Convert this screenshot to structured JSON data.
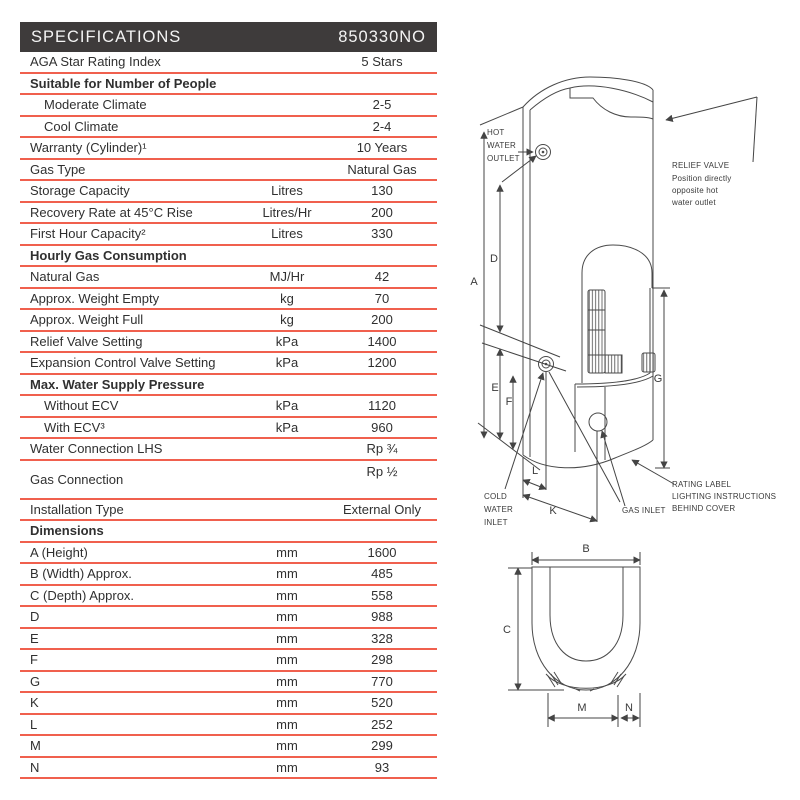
{
  "header": {
    "title": "SPECIFICATIONS",
    "model": "850330NO"
  },
  "colors": {
    "header_bg": "#3e3b3b",
    "header_text": "#f4f4f4",
    "rule_red": "#f0604e",
    "body_text": "#303030",
    "diagram_line": "#4a4a4a"
  },
  "table": {
    "rows": [
      {
        "type": "data",
        "label": "AGA Star Rating Index",
        "unit": "",
        "value": "5 Stars"
      },
      {
        "type": "section",
        "label": "Suitable for Number of People"
      },
      {
        "type": "data",
        "label": "Moderate Climate",
        "unit": "",
        "value": "2-5",
        "indent": true
      },
      {
        "type": "data",
        "label": "Cool Climate",
        "unit": "",
        "value": "2-4",
        "indent": true
      },
      {
        "type": "data",
        "label": "Warranty (Cylinder)¹",
        "unit": "",
        "value": "10 Years"
      },
      {
        "type": "data",
        "label": "Gas Type",
        "unit": "",
        "value": "Natural Gas"
      },
      {
        "type": "data",
        "label": "Storage Capacity",
        "unit": "Litres",
        "value": "130"
      },
      {
        "type": "data",
        "label": "Recovery Rate at 45°C Rise",
        "unit": "Litres/Hr",
        "value": "200"
      },
      {
        "type": "data",
        "label": "First Hour Capacity²",
        "unit": "Litres",
        "value": "330"
      },
      {
        "type": "section",
        "label": "Hourly Gas Consumption"
      },
      {
        "type": "data",
        "label": "Natural Gas",
        "unit": "MJ/Hr",
        "value": "42"
      },
      {
        "type": "data",
        "label": "Approx. Weight Empty",
        "unit": "kg",
        "value": "70"
      },
      {
        "type": "data",
        "label": "Approx. Weight Full",
        "unit": "kg",
        "value": "200"
      },
      {
        "type": "data",
        "label": "Relief Valve Setting",
        "unit": "kPa",
        "value": "1400"
      },
      {
        "type": "data",
        "label": "Expansion Control Valve Setting",
        "unit": "kPa",
        "value": "1200"
      },
      {
        "type": "section",
        "label": "Max. Water Supply Pressure"
      },
      {
        "type": "data",
        "label": "Without ECV",
        "unit": "kPa",
        "value": "1120",
        "indent": true
      },
      {
        "type": "data",
        "label": "With ECV³",
        "unit": "kPa",
        "value": "960",
        "indent": true
      },
      {
        "type": "data",
        "label": "Water Connection LHS",
        "unit": "",
        "value": "Rp ¾"
      },
      {
        "type": "data",
        "label": "Gas Connection",
        "unit": "",
        "value": "Rp ½",
        "tall": true
      },
      {
        "type": "data",
        "label": "Installation Type",
        "unit": "",
        "value": "External Only"
      },
      {
        "type": "section",
        "label": "Dimensions"
      },
      {
        "type": "data",
        "label": "A (Height)",
        "unit": "mm",
        "value": "1600"
      },
      {
        "type": "data",
        "label": "B (Width) Approx.",
        "unit": "mm",
        "value": "485"
      },
      {
        "type": "data",
        "label": "C (Depth) Approx.",
        "unit": "mm",
        "value": "558"
      },
      {
        "type": "data",
        "label": "D",
        "unit": "mm",
        "value": "988"
      },
      {
        "type": "data",
        "label": "E",
        "unit": "mm",
        "value": "328"
      },
      {
        "type": "data",
        "label": "F",
        "unit": "mm",
        "value": "298"
      },
      {
        "type": "data",
        "label": "G",
        "unit": "mm",
        "value": "770"
      },
      {
        "type": "data",
        "label": "K",
        "unit": "mm",
        "value": "520"
      },
      {
        "type": "data",
        "label": "L",
        "unit": "mm",
        "value": "252"
      },
      {
        "type": "data",
        "label": "M",
        "unit": "mm",
        "value": "299"
      },
      {
        "type": "data",
        "label": "N",
        "unit": "mm",
        "value": "93"
      }
    ]
  },
  "diagram": {
    "hot_water_outlet": [
      "HOT",
      "WATER",
      "OUTLET"
    ],
    "relief_valve": [
      "RELIEF VALVE",
      "Position directly",
      "opposite hot",
      "water outlet"
    ],
    "cold_water_inlet": [
      "COLD",
      "WATER",
      "INLET"
    ],
    "gas_inlet": "GAS INLET",
    "rating_label": [
      "RATING LABEL",
      "LIGHTING INSTRUCTIONS",
      "BEHIND COVER"
    ],
    "dims_main": {
      "A": "A",
      "D": "D",
      "E": "E",
      "F": "F",
      "G": "G",
      "K": "K",
      "L": "L"
    },
    "dims_plan": {
      "B": "B",
      "C": "C",
      "M": "M",
      "N": "N"
    }
  }
}
